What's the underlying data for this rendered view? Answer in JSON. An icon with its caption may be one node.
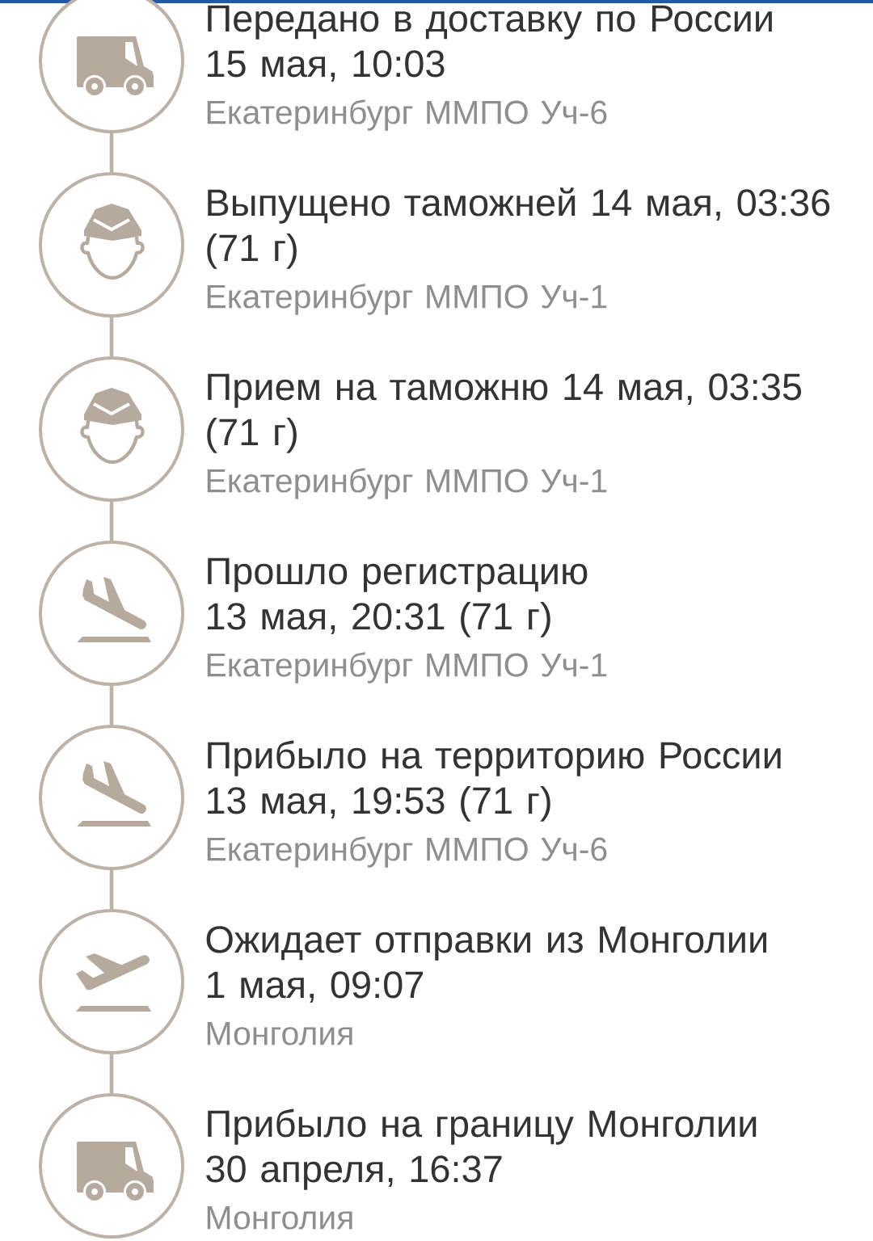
{
  "diagram": {
    "nodes": [
      {
        "text": [],
        "shape": "circle",
        "beside": [
          "Передано в доставку по России 15 мая, 10:03",
          "Екатеринбург ММПО Уч-6"
        ]
      },
      {
        "text": [],
        "shape": "circle",
        "beside": [
          "Выпущено таможней 14 мая, 03:36 (71 г)",
          "Екатеринбург ММПО Уч-1"
        ]
      },
      {
        "text": [],
        "shape": "circle",
        "beside": [
          "Прием на таможню 14 мая, 03:35 (71 г)",
          "Екатеринбург ММПО Уч-1"
        ]
      },
      {
        "text": [],
        "shape": "circle",
        "beside": [
          "Прошло регистрацию 13 мая, 20:31 (71 г)",
          "Екатеринбург ММПО Уч-1"
        ]
      },
      {
        "text": [],
        "shape": "circle",
        "beside": [
          "Прибыло на территорию России 13 мая, 19:53 (71 г)",
          "Екатеринбург ММПО Уч-6"
        ]
      },
      {
        "text": [],
        "shape": "circle",
        "beside": [
          "Ожидает отправки из Монголии 1 мая, 09:07",
          "Монголия"
        ]
      },
      {
        "text": [],
        "shape": "circle",
        "beside": [
          "Прибыло на границу Монголии 30 апреля, 16:37",
          "Монголия"
        ]
      }
    ],
    "edges": [
      {
        "from": 0,
        "to": 1,
        "arrow": "none"
      },
      {
        "from": 1,
        "to": 2,
        "arrow": "none"
      },
      {
        "from": 2,
        "to": 3,
        "arrow": "none"
      },
      {
        "from": 3,
        "to": 4,
        "arrow": "none"
      },
      {
        "from": 4,
        "to": 5,
        "arrow": "none"
      },
      {
        "from": 5,
        "to": 6,
        "arrow": "none"
      }
    ]
  }
}
